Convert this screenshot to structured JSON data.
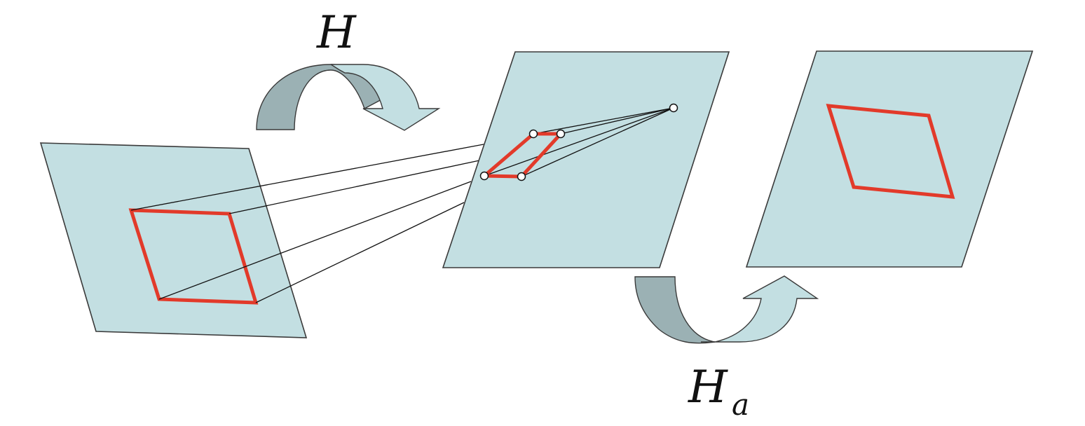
{
  "labels": {
    "transform_h": "H",
    "transform_ha_base": "H",
    "transform_ha_sub": "a"
  },
  "colors": {
    "plane_fill": "#c3dfe2",
    "plane_stroke": "#3a3a3a",
    "quad_stroke": "#e23a2a",
    "arrow_fill": "#c3dfe2",
    "arrow_inner": "#9bb1b4",
    "projection_line": "#111111",
    "vertex_fill": "#ffffff"
  },
  "icons": {
    "arrow_h": "curved-arrow-icon",
    "arrow_ha": "curved-arrow-icon"
  }
}
